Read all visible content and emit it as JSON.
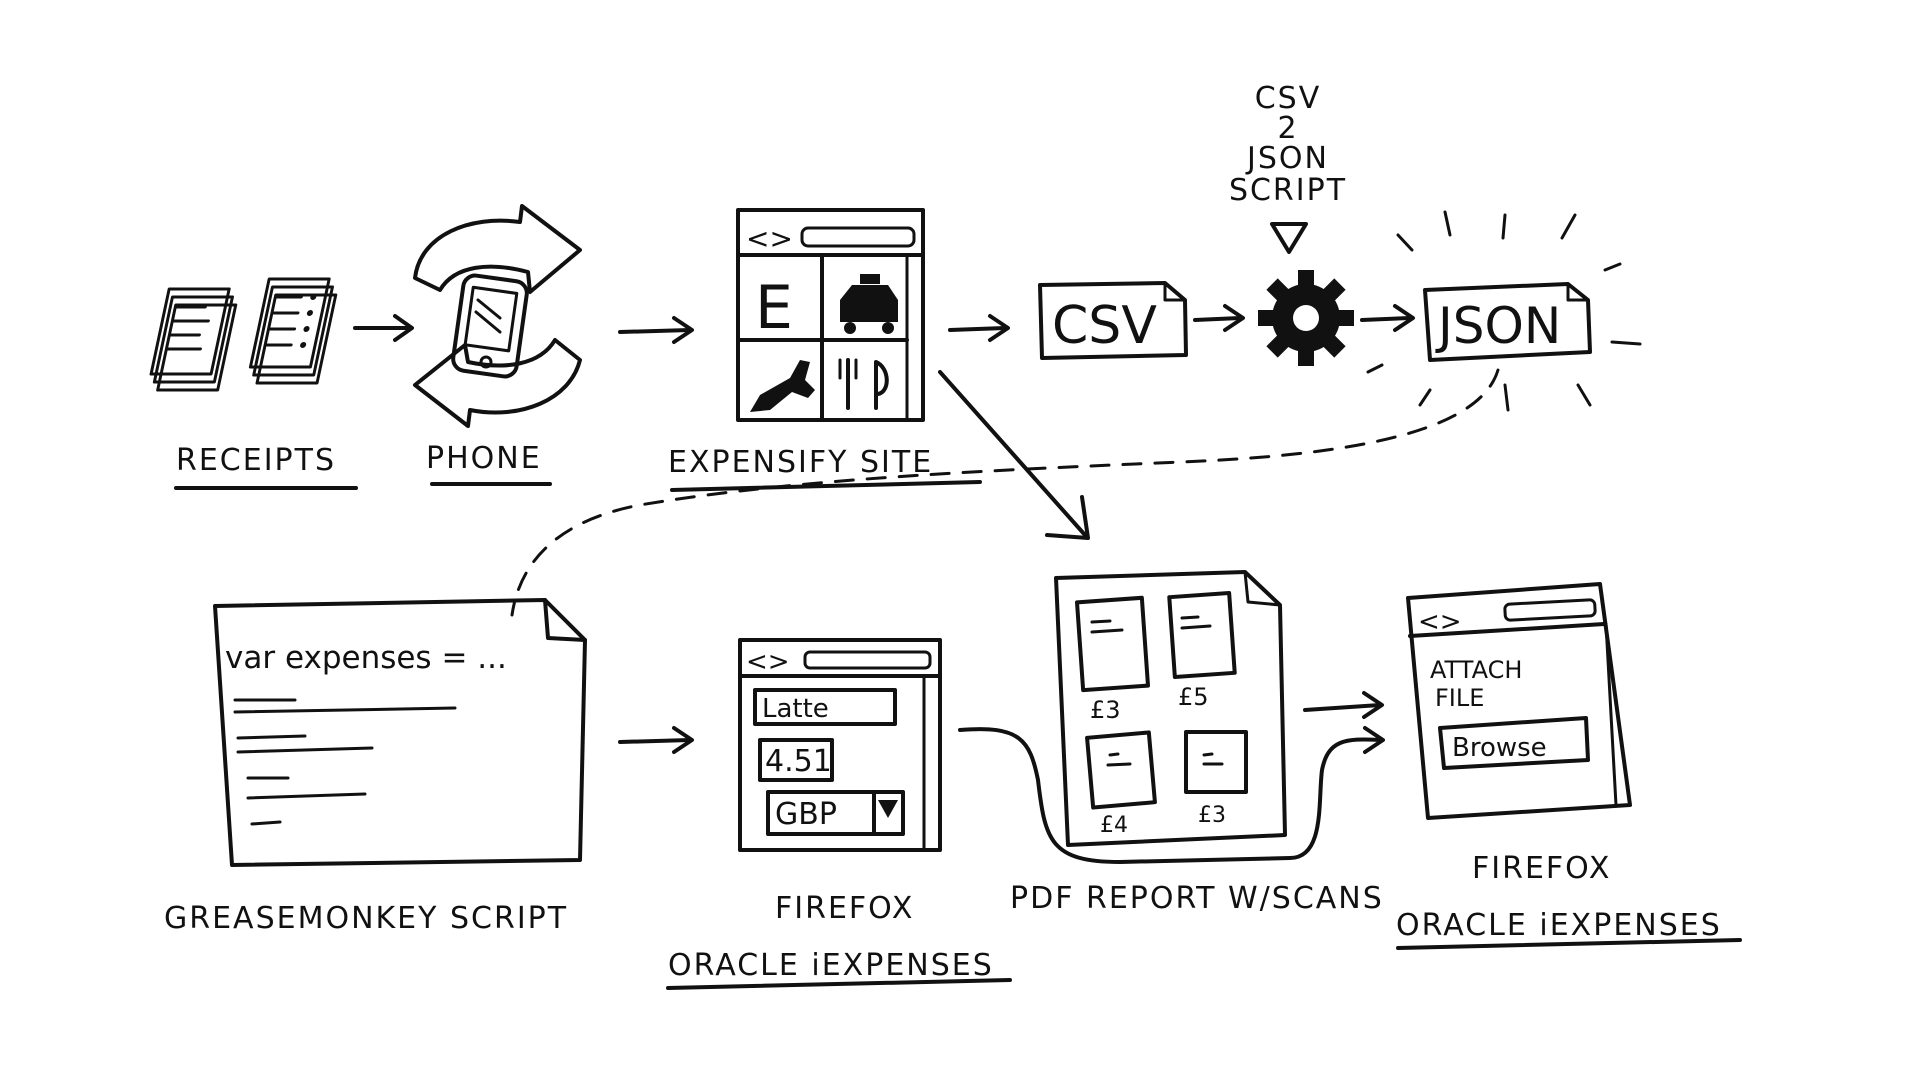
{
  "labels": {
    "receipts": "RECEIPTS",
    "phone": "PHONE",
    "expensify_site": "EXPENSIFY SITE",
    "csv2json_line1": "CSV",
    "csv2json_line2": "2",
    "csv2json_line3": "JSON",
    "csv2json_line4": "SCRIPT",
    "greasemonkey_script": "GREASEMONKEY SCRIPT",
    "firefox_1": "FIREFOX",
    "oracle_1": "ORACLE iEXPENSES",
    "pdf_report": "PDF REPORT W/SCANS",
    "firefox_2": "FIREFOX",
    "oracle_2": "ORACLE iEXPENSES"
  },
  "boxes": {
    "csv": "CSV",
    "json": "JSON"
  },
  "expensify_tiles": {
    "e_tile": "E"
  },
  "greasemonkey_code": "var expenses = ...",
  "firefox_form": {
    "field_item": "Latte",
    "field_amount": "4.51",
    "field_currency": "GBP"
  },
  "pdf_amounts": [
    "£3",
    "£5",
    "£4",
    "£3"
  ],
  "firefox_attach": {
    "attach_label_line1": "ATTACH",
    "attach_label_line2": "FILE",
    "browse_button": "Browse"
  },
  "icons": [
    "receipt-stack-icon",
    "phone-sync-icon",
    "browser-window-icon",
    "taxi-icon",
    "plane-icon",
    "cutlery-icon",
    "document-icon",
    "gear-icon",
    "dropdown-arrow-icon"
  ]
}
